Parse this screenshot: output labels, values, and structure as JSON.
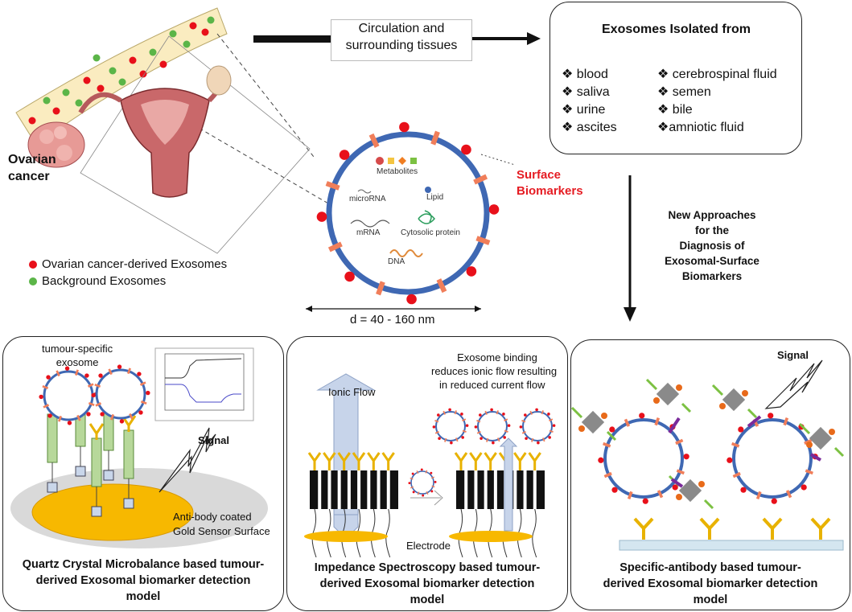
{
  "top": {
    "circulation_text_line1": "Circulation and",
    "circulation_text_line2": "surrounding tissues",
    "exosome_box_title": "Exosomes Isolated from",
    "sources_left": [
      "blood",
      "saliva",
      "urine",
      "ascites"
    ],
    "sources_right": [
      "cerebrospinal fluid",
      "semen",
      "bile",
      "amniotic fluid"
    ],
    "bullet_glyph": "❖",
    "ovarian_label_line1": "Ovarian",
    "ovarian_label_line2": "cancer",
    "legend": [
      {
        "label": "Ovarian cancer-derived Exosomes",
        "color": "#e8101a"
      },
      {
        "label": "Background Exosomes",
        "color": "#5bb548"
      }
    ]
  },
  "exosome": {
    "cargo": [
      "Metabolites",
      "microRNA",
      "Lipid",
      "mRNA",
      "Cytosolic protein",
      "DNA"
    ],
    "surface_label_line1": "Surface",
    "surface_label_line2": "Biomarkers",
    "diameter_label": "d = 40 - 160 nm"
  },
  "approach": {
    "lines": [
      "New Approaches",
      "for the",
      "Diagnosis of",
      "Exosomal-Surface",
      "Biomarkers"
    ]
  },
  "panels": {
    "qcm": {
      "exosome_label_line1": "tumour-specific",
      "exosome_label_line2": "exosome",
      "signal": "Signal",
      "surface_line1": "Anti-body coated",
      "surface_line2": "Gold Sensor Surface",
      "caption": [
        "Quartz Crystal Microbalance based tumour-",
        "derived Exosomal biomarker detection",
        "model"
      ]
    },
    "impedance": {
      "ionic_flow": "Ionic Flow",
      "binding_lines": [
        "Exosome binding",
        "reduces ionic flow resulting",
        "in reduced current flow"
      ],
      "electrode": "Electrode",
      "caption": [
        "Impedance Spectroscopy based tumour-",
        "derived Exosomal biomarker detection",
        "model"
      ]
    },
    "antibody": {
      "signal": "Signal",
      "caption": [
        "Specific-antibody based tumour-",
        "derived Exosomal biomarker detection",
        "model"
      ]
    }
  },
  "colors": {
    "cancer_exosome": "#e8101a",
    "background_exosome": "#5bb548",
    "membrane": "#3f68b3",
    "surface_label": "#e51c23",
    "gold": "#f7b800"
  }
}
